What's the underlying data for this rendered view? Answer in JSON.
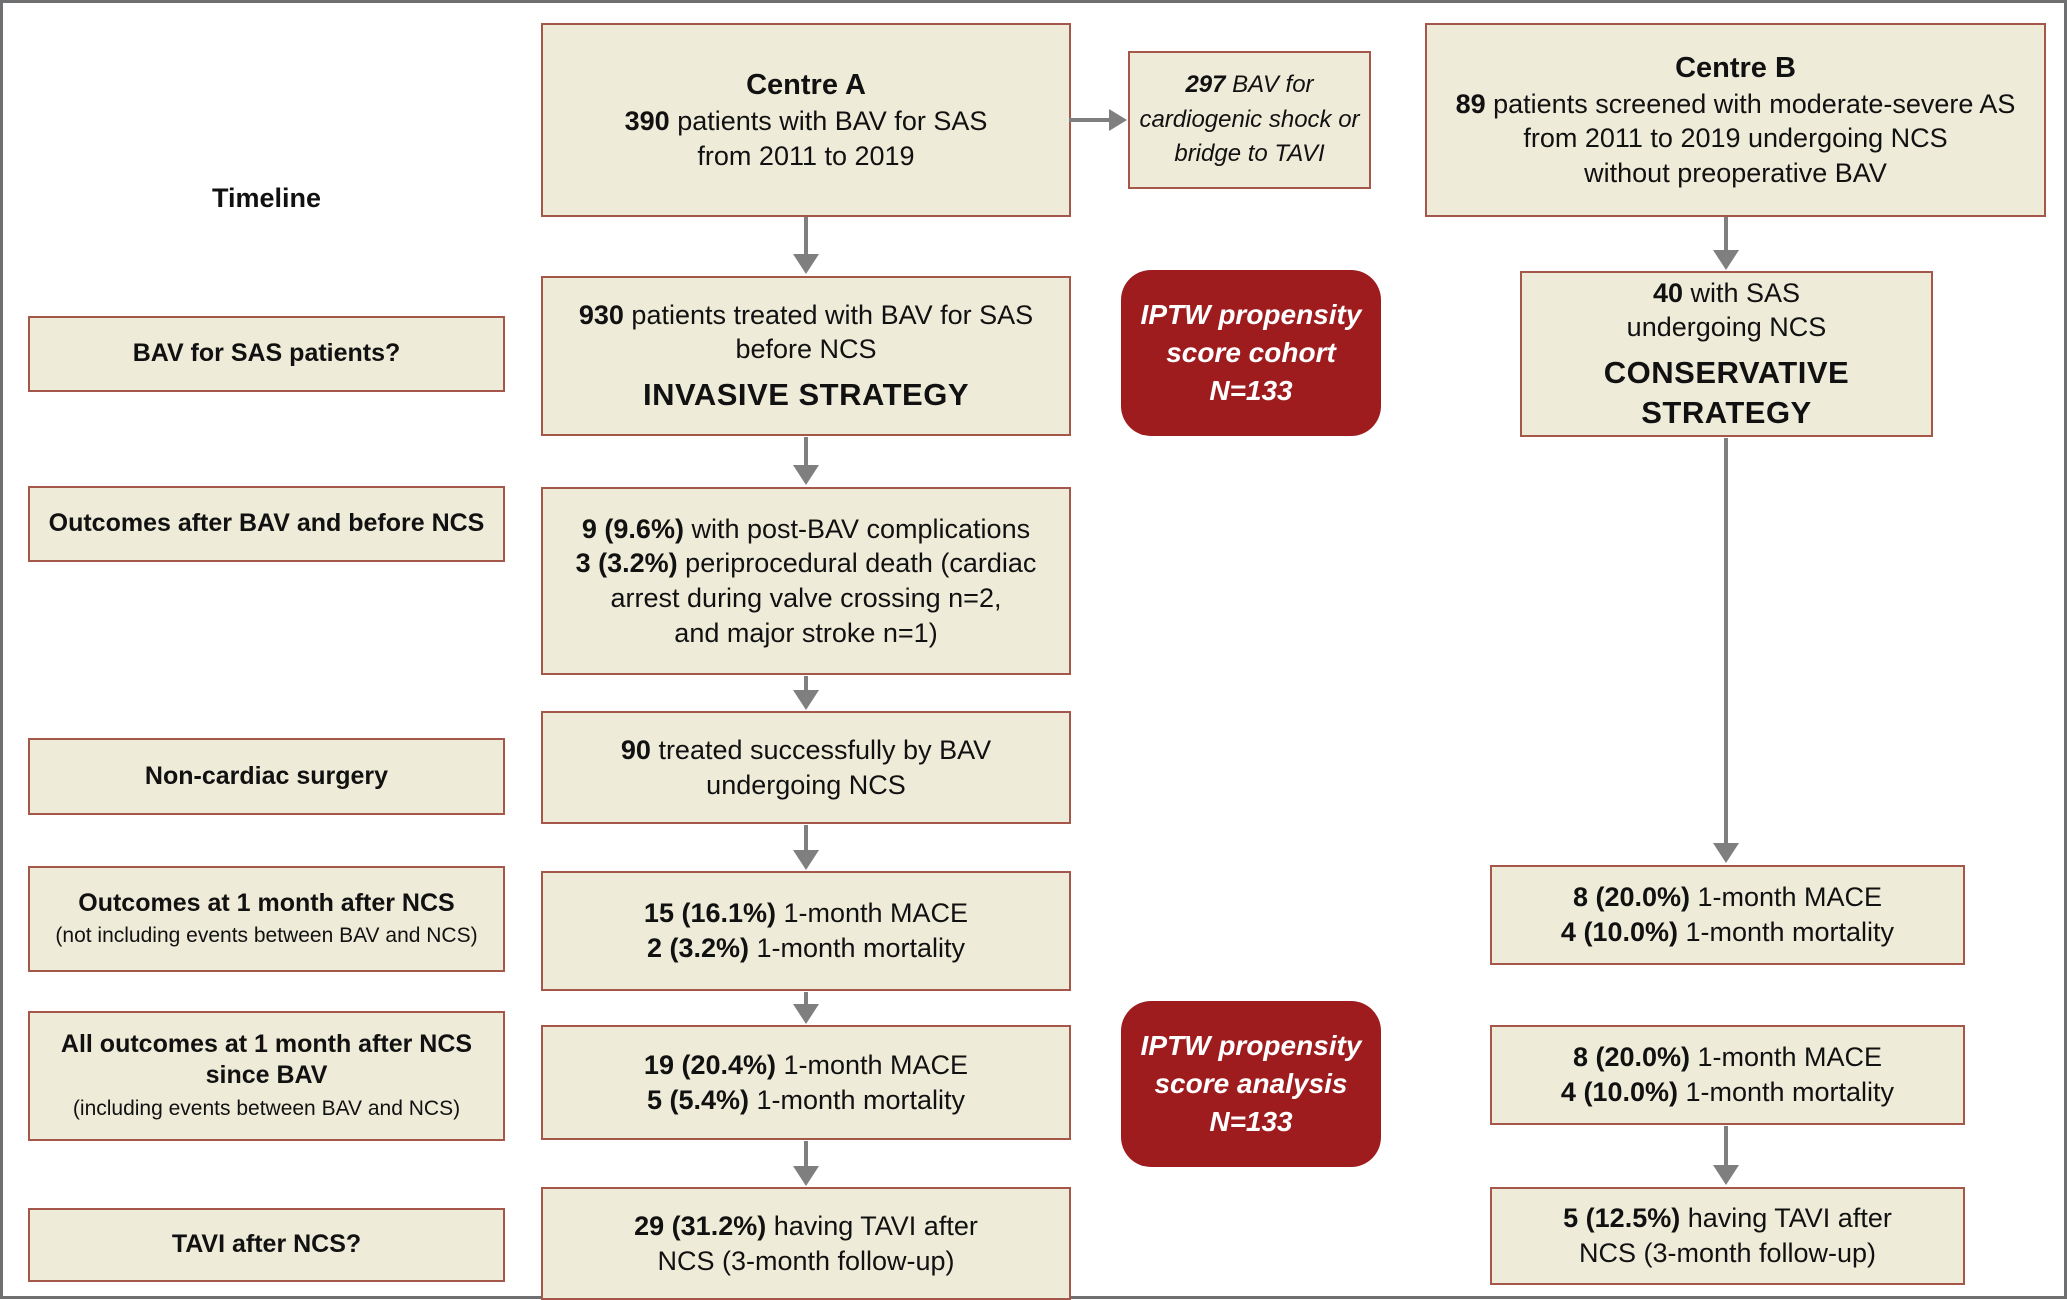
{
  "timeline_label": "Timeline",
  "colors": {
    "box_fill": "#eeebd9",
    "box_border": "#a5584a",
    "accent_red": "#9e1b1e",
    "arrow_gray": "#7f7f7f",
    "frame_gray": "#6e6f71",
    "text": "#111111",
    "red_box_text": "#ffffff"
  },
  "left_labels": {
    "bav_question": {
      "lines": [
        [
          {
            "b": 1,
            "t": "BAV for SAS patients?"
          }
        ]
      ]
    },
    "outcomes_before_ncs": {
      "lines": [
        [
          {
            "b": 1,
            "t": "Outcomes after BAV and before NCS"
          }
        ]
      ]
    },
    "non_cardiac_surgery": {
      "lines": [
        [
          {
            "b": 1,
            "t": "Non-cardiac surgery"
          }
        ]
      ]
    },
    "outcomes_1_month": {
      "lines": [
        [
          {
            "b": 1,
            "t": "Outcomes at 1 month after NCS"
          }
        ],
        [
          {
            "t": "(not including events between BAV and NCS)",
            "cls": "sub"
          }
        ]
      ]
    },
    "all_outcomes_1_month": {
      "lines": [
        [
          {
            "b": 1,
            "t": "All outcomes at 1 month after NCS"
          }
        ],
        [
          {
            "b": 1,
            "t": "since BAV"
          }
        ],
        [
          {
            "t": "(including events between BAV and NCS)",
            "cls": "sub"
          }
        ]
      ]
    },
    "tavi_question": {
      "lines": [
        [
          {
            "b": 1,
            "t": "TAVI after NCS?"
          }
        ]
      ]
    }
  },
  "centre_a": {
    "top": {
      "lines": [
        [
          {
            "b": 1,
            "t": "Centre A",
            "cls": "hdr"
          }
        ],
        [
          {
            "b": 1,
            "t": "390"
          },
          {
            "t": " patients with BAV for SAS"
          }
        ],
        [
          {
            "t": "from 2011 to 2019"
          }
        ]
      ]
    },
    "invasive": {
      "lines": [
        [
          {
            "b": 1,
            "t": "930"
          },
          {
            "t": " patients treated with BAV for SAS"
          }
        ],
        [
          {
            "t": "before NCS"
          }
        ],
        [
          {
            "b": 1,
            "t": "INVASIVE STRATEGY",
            "cls": "strategy"
          }
        ]
      ]
    },
    "post_bav": {
      "lines": [
        [
          {
            "b": 1,
            "t": "9 (9.6%)"
          },
          {
            "t": " with post-BAV complications"
          }
        ],
        [
          {
            "b": 1,
            "t": "3 (3.2%)"
          },
          {
            "t": " periprocedural death (cardiac"
          }
        ],
        [
          {
            "t": "arrest during valve crossing n=2,"
          }
        ],
        [
          {
            "t": "and major stroke n=1)"
          }
        ]
      ]
    },
    "ncs": {
      "lines": [
        [
          {
            "b": 1,
            "t": "90"
          },
          {
            "t": " treated successfully by BAV"
          }
        ],
        [
          {
            "t": "undergoing NCS"
          }
        ]
      ]
    },
    "outcomes_1_month": {
      "lines": [
        [
          {
            "b": 1,
            "t": "15 (16.1%)"
          },
          {
            "t": " 1-month MACE"
          }
        ],
        [
          {
            "b": 1,
            "t": "2 (3.2%)"
          },
          {
            "t": " 1-month mortality"
          }
        ]
      ]
    },
    "all_outcomes": {
      "lines": [
        [
          {
            "b": 1,
            "t": "19 (20.4%)"
          },
          {
            "t": " 1-month MACE"
          }
        ],
        [
          {
            "b": 1,
            "t": "5 (5.4%)"
          },
          {
            "t": " 1-month mortality"
          }
        ]
      ]
    },
    "tavi": {
      "lines": [
        [
          {
            "b": 1,
            "t": "29 (31.2%)"
          },
          {
            "t": " having TAVI after"
          }
        ],
        [
          {
            "t": "NCS (3-month follow-up)"
          }
        ]
      ]
    }
  },
  "middle": {
    "excluded": {
      "lines": [
        [
          {
            "b": 1,
            "i": 1,
            "t": "297"
          },
          {
            "i": 1,
            "t": " BAV for"
          }
        ],
        [
          {
            "i": 1,
            "t": "cardiogenic shock or"
          }
        ],
        [
          {
            "i": 1,
            "t": "bridge to TAVI"
          }
        ]
      ]
    },
    "iptw_cohort": {
      "lines": [
        [
          {
            "t": "IPTW propensity"
          }
        ],
        [
          {
            "t": "score cohort"
          }
        ],
        [
          {
            "t": "N=133"
          }
        ]
      ]
    },
    "iptw_analysis": {
      "lines": [
        [
          {
            "t": "IPTW propensity"
          }
        ],
        [
          {
            "t": "score analysis"
          }
        ],
        [
          {
            "t": "N=133"
          }
        ]
      ]
    }
  },
  "centre_b": {
    "top": {
      "lines": [
        [
          {
            "b": 1,
            "t": "Centre B",
            "cls": "hdr"
          }
        ],
        [
          {
            "b": 1,
            "t": "89"
          },
          {
            "t": " patients screened with moderate-severe AS"
          }
        ],
        [
          {
            "t": "from 2011 to 2019 undergoing NCS"
          }
        ],
        [
          {
            "t": "without preoperative BAV"
          }
        ]
      ]
    },
    "conservative": {
      "lines": [
        [
          {
            "b": 1,
            "t": "40"
          },
          {
            "t": " with SAS"
          }
        ],
        [
          {
            "t": "undergoing NCS"
          }
        ],
        [
          {
            "b": 1,
            "t": "CONSERVATIVE STRATEGY",
            "cls": "strategy"
          }
        ]
      ]
    },
    "outcomes_1_month": {
      "lines": [
        [
          {
            "b": 1,
            "t": "8 (20.0%)"
          },
          {
            "t": " 1-month MACE"
          }
        ],
        [
          {
            "b": 1,
            "t": "4 (10.0%)"
          },
          {
            "t": " 1-month mortality"
          }
        ]
      ]
    },
    "all_outcomes": {
      "lines": [
        [
          {
            "b": 1,
            "t": "8 (20.0%)"
          },
          {
            "t": " 1-month MACE"
          }
        ],
        [
          {
            "b": 1,
            "t": "4 (10.0%)"
          },
          {
            "t": " 1-month mortality"
          }
        ]
      ]
    },
    "tavi": {
      "lines": [
        [
          {
            "b": 1,
            "t": "5 (12.5%)"
          },
          {
            "t": " having TAVI after"
          }
        ],
        [
          {
            "t": "NCS (3-month follow-up)"
          }
        ]
      ]
    }
  }
}
